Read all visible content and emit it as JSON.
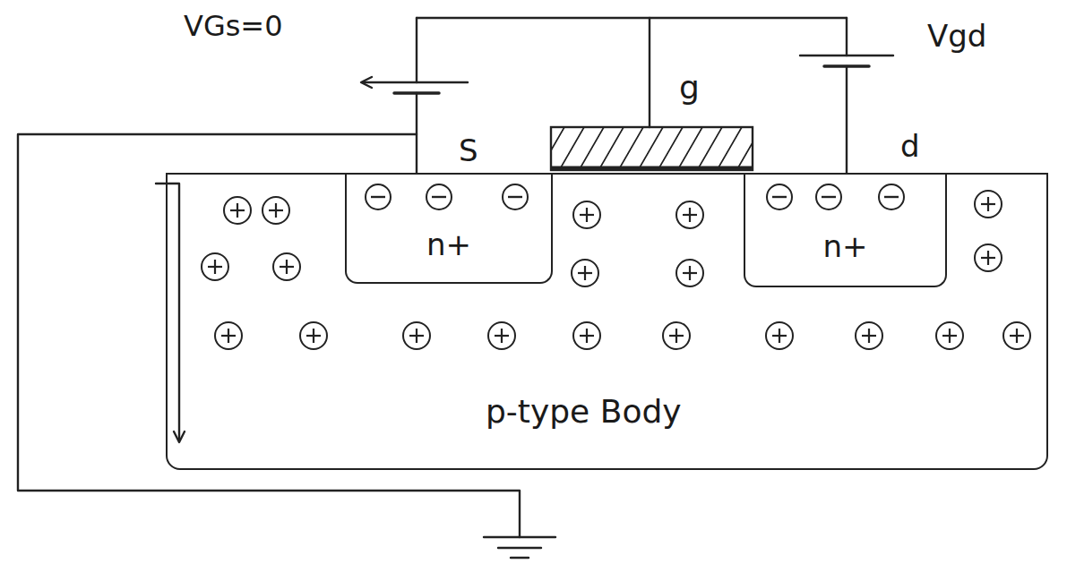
{
  "diagram": {
    "nodes": [
      {
        "text": [
          "p-type Body"
        ]
      },
      {
        "text": [
          "n+"
        ],
        "in": 0
      },
      {
        "text": [
          "n+"
        ],
        "in": 0
      }
    ],
    "labels": [
      "VGs=0",
      "g",
      "Vgd",
      "S",
      "d"
    ]
  }
}
